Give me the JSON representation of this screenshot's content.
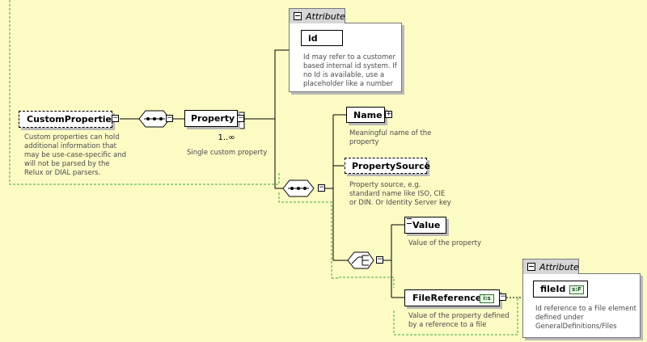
{
  "elements": {
    "custom_properties": {
      "name": "CustomProperties",
      "description": [
        "Custom properties can hold",
        "additional information that",
        "may be use-case-specific and",
        "will not be parsed by the",
        "Relux or DIAL parsers."
      ]
    },
    "property": {
      "name": "Property",
      "cardinality": "1..∞",
      "description": [
        "Single custom property"
      ]
    },
    "name_el": {
      "name": "Name",
      "description": [
        "Meaningful name of the",
        "property"
      ]
    },
    "property_source": {
      "name": "PropertySource",
      "description": [
        "Property source, e.g.",
        "standard name like ISO, CIE",
        "or DIN. Or Identity Server key"
      ]
    },
    "value": {
      "name": "Value",
      "description": [
        "Value of the property"
      ]
    },
    "file_reference": {
      "name": "FileReference",
      "badge": "i:s",
      "description": [
        "Value of the property defined",
        "by a reference to a file"
      ]
    }
  },
  "attribute_groups": {
    "property_attrs": {
      "title": "Attribute",
      "attribute_name": "id",
      "description": [
        "Id may refer to a customer",
        "based internal id system. If",
        "no Id is available, use a",
        "placeholder like a number"
      ]
    },
    "file_reference_attrs": {
      "title": "Attribute",
      "attribute_name": "fileId",
      "badge": "s:F",
      "description": [
        "Id reference to a File element",
        "defined under",
        "GeneralDefinitions/Files"
      ]
    }
  },
  "colors": {
    "background": "#fcfbc4",
    "connector": "#000000",
    "optional_connector": "#3aa83a",
    "description_text": "#4a4a4a"
  }
}
